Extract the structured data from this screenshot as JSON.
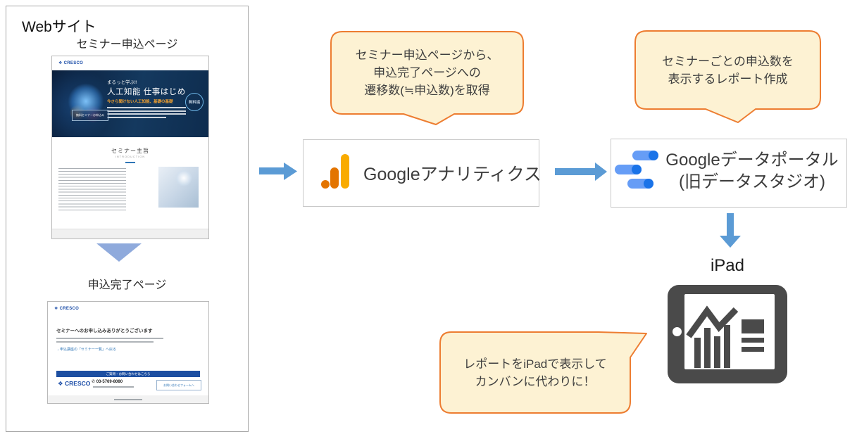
{
  "website": {
    "title": "Webサイト",
    "seminar_page": {
      "label": "セミナー申込ページ",
      "brand": "CRESCO",
      "brand_mark": "❖",
      "hero_catch": "まるっと学ぶ!!",
      "hero_title": "人工知能 仕事はじめ",
      "hero_subtitle": "今さら聞けない人工知能、基礎の基礎",
      "hero_badge": "無料編",
      "hero_button": "無料セミナーお申込み",
      "section_heading": "セミナー主旨",
      "section_subheading": "INTRODUCTION"
    },
    "complete_page": {
      "label": "申込完了ページ",
      "brand": "CRESCO",
      "brand_mark": "❖",
      "heading": "セミナーへのお申し込みありがとうございます",
      "back_link": "→申込講座の「セミナー一覧」へ戻る",
      "contact_bar": "ご質問・お問い合わせはこちら",
      "phone_icon": "✆",
      "phone": "03-5769-8080",
      "contact_button": "お問い合わせフォームへ"
    }
  },
  "callouts": {
    "analytics": {
      "lines": [
        "セミナー申込ページから、",
        "申込完了ページへの",
        "遷移数(≒申込数)を取得"
      ]
    },
    "report": {
      "lines": [
        "セミナーごとの申込数を",
        "表示するレポート作成"
      ]
    },
    "kanban": {
      "lines": [
        "レポートをiPadで表示して",
        "カンバンに代わりに！"
      ]
    }
  },
  "nodes": {
    "analytics_label": "Googleアナリティクス",
    "dataportal_line1": "Googleデータポータル",
    "dataportal_line2": "(旧データスタジオ)",
    "ipad_label": "iPad"
  },
  "colors": {
    "callout_border": "#ED7D31",
    "callout_fill": "#FDF2D3",
    "arrow_blue": "#5B9BD5",
    "transition_triangle_blue": "#8FAADC",
    "ga_amber": "#F9AB00",
    "ga_orange": "#E37400",
    "datastudio_light_blue": "#669DF6",
    "datastudio_dark_blue": "#1A73E8",
    "ipad_gray": "#4A4A4A",
    "cresco_blue": "#1B4DA8"
  }
}
